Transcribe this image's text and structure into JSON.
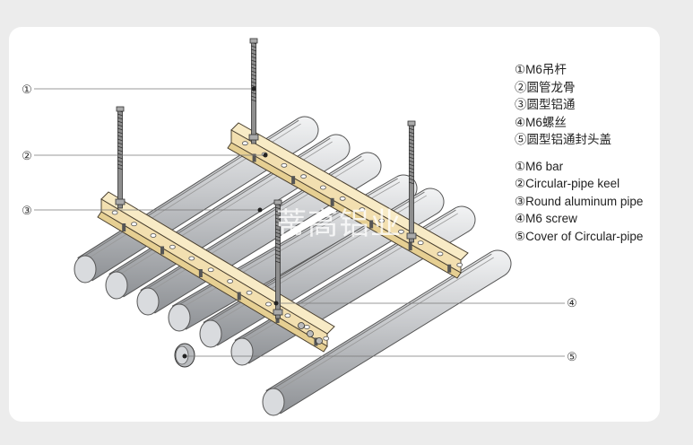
{
  "callouts": [
    "①",
    "②",
    "③",
    "④",
    "⑤"
  ],
  "legend_cn": [
    "①M6吊杆",
    "②圆管龙骨",
    "③圆型铝通",
    "④M6螺丝",
    "⑤圆型铝通封头盖"
  ],
  "legend_en": [
    "①M6  bar",
    "②Circular-pipe keel",
    "③Round aluminum pipe",
    "④M6 screw",
    "⑤Cover of Circular-pipe"
  ],
  "watermark": "蒂高铝业",
  "colors": {
    "background": "#ececec",
    "keel": "#f2dfb0",
    "pipe": "#c9cbce",
    "rod": "#8e8e8e",
    "leader": "#777777"
  }
}
